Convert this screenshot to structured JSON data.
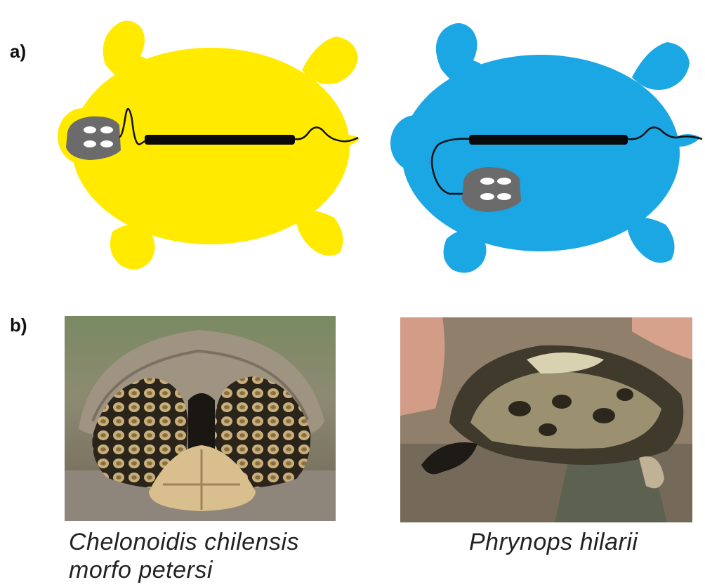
{
  "panels": {
    "a": {
      "label": "a)"
    },
    "b": {
      "label": "b)"
    }
  },
  "colors": {
    "left_turtle": "#ffea00",
    "right_turtle": "#1ba6e4",
    "device": "#6b6b6b",
    "cable": "#111111"
  },
  "photos": [
    {
      "caption_line1": "Chelonoidis chilensis",
      "caption_line2": "morfo petersi"
    },
    {
      "caption_line1": "Phrynops hilarii"
    }
  ]
}
